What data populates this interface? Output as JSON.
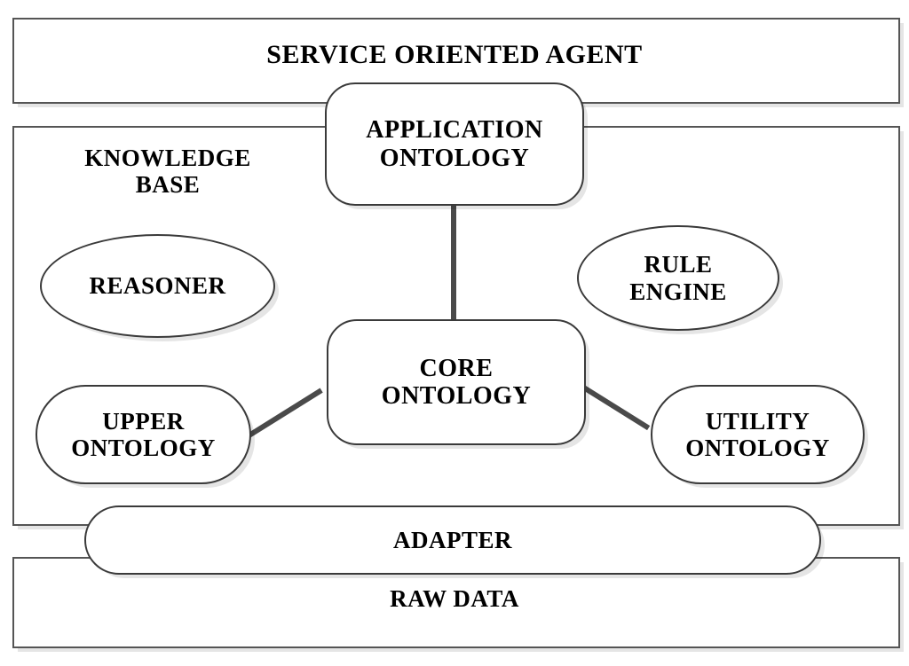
{
  "diagram": {
    "title": "SERVICE ORIENTED AGENT",
    "type": "architecture-block-diagram",
    "containers": [
      {
        "id": "service-oriented-agent",
        "label": "SERVICE ORIENTED AGENT",
        "shape": "rectangle"
      },
      {
        "id": "knowledge-base",
        "label": "KNOWLEDGE BASE",
        "shape": "rectangle"
      },
      {
        "id": "raw-data",
        "label": "RAW DATA",
        "shape": "rectangle"
      }
    ],
    "nodes": [
      {
        "id": "application-ontology",
        "label": "APPLICATION ONTOLOGY",
        "shape": "rounded-rectangle"
      },
      {
        "id": "core-ontology",
        "label": "CORE ONTOLOGY",
        "shape": "rounded-rectangle"
      },
      {
        "id": "upper-ontology",
        "label": "UPPER ONTOLOGY",
        "shape": "pill"
      },
      {
        "id": "utility-ontology",
        "label": "UTILITY ONTOLOGY",
        "shape": "pill"
      },
      {
        "id": "reasoner",
        "label": "REASONER",
        "shape": "ellipse"
      },
      {
        "id": "rule-engine",
        "label": "RULE ENGINE",
        "shape": "ellipse"
      },
      {
        "id": "adapter",
        "label": "ADAPTER",
        "shape": "pill"
      }
    ],
    "connectors": [
      {
        "from": "application-ontology",
        "to": "core-ontology",
        "style": "straight-vertical"
      },
      {
        "from": "upper-ontology",
        "to": "core-ontology",
        "style": "straight-diagonal"
      },
      {
        "from": "core-ontology",
        "to": "utility-ontology",
        "style": "straight-diagonal"
      }
    ],
    "labels": {
      "service_oriented_agent": "SERVICE ORIENTED AGENT",
      "knowledge_base": "KNOWLEDGE BASE",
      "raw_data": "RAW DATA",
      "application_ontology_line1": "APPLICATION",
      "application_ontology_line2": "ONTOLOGY",
      "core_ontology_line1": "CORE",
      "core_ontology_line2": "ONTOLOGY",
      "upper_ontology_line1": "UPPER",
      "upper_ontology_line2": "ONTOLOGY",
      "utility_ontology_line1": "UTILITY",
      "utility_ontology_line2": "ONTOLOGY",
      "reasoner": "REASONER",
      "rule_engine_line1": "RULE",
      "rule_engine_line2": "ENGINE",
      "adapter": "ADAPTER",
      "knowledge_base_line1": "KNOWLEDGE",
      "knowledge_base_line2": "BASE"
    },
    "colors": {
      "background": "#ffffff",
      "frame_border": "#555555",
      "node_border": "#3a3a3a",
      "connector": "#4a4a4a",
      "text": "#000000",
      "shadow": "rgba(0,0,0,0.10)"
    }
  }
}
